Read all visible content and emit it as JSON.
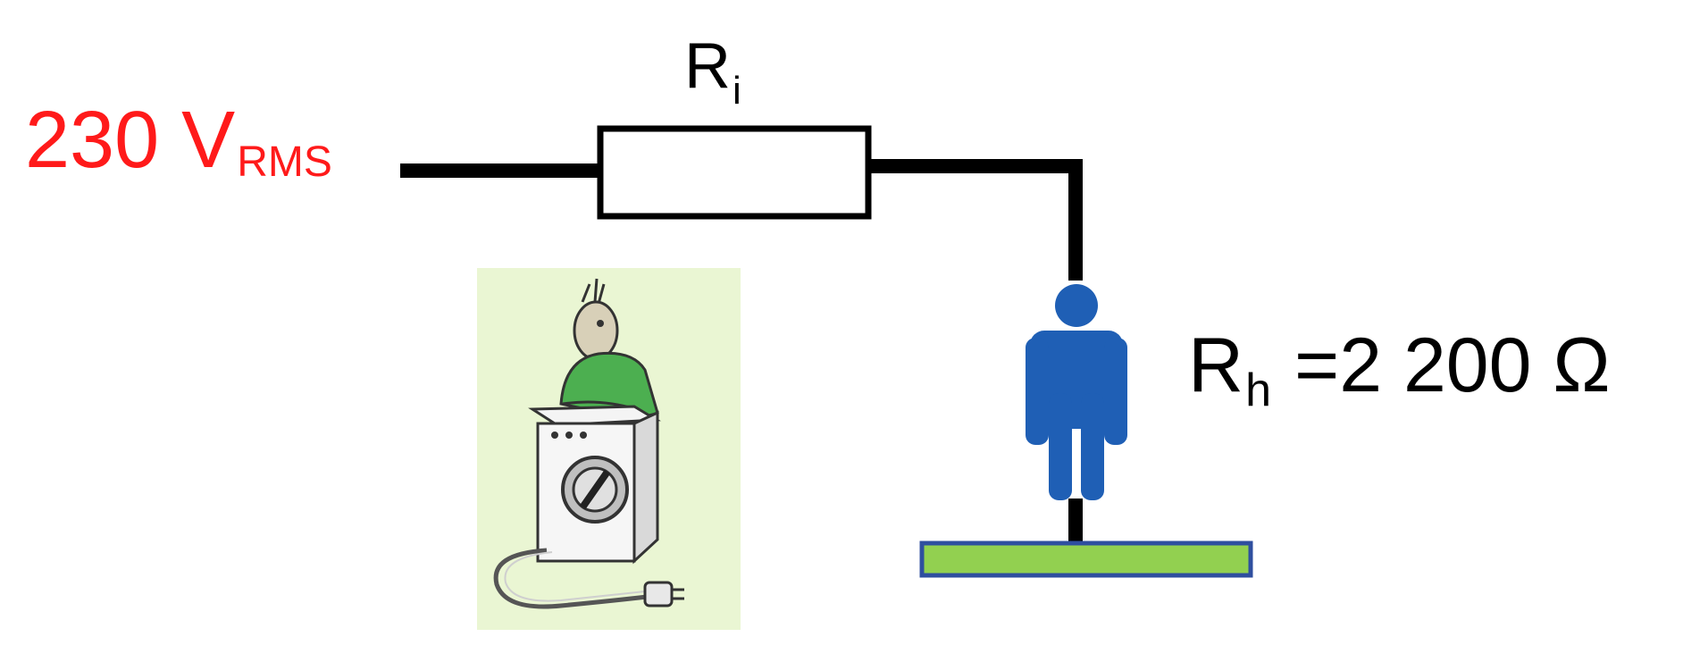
{
  "colors": {
    "voltage": "#ff1a1a",
    "wire": "#000000",
    "person": "#1f5fb5",
    "ground_fill": "#92d050",
    "ground_border": "#2f4f9f",
    "illustration_bg": "#eaf6d3",
    "shirt": "#4caf50"
  },
  "source": {
    "value": "230 V",
    "subscript": "RMS"
  },
  "resistor": {
    "symbol": "R",
    "subscript": "i"
  },
  "human": {
    "symbol": "R",
    "subscript": "h",
    "value": "=2 200 Ω"
  },
  "icons": {
    "person": "person-icon",
    "ground": "ground-plate",
    "illustration": "washing-machine-illustration"
  }
}
